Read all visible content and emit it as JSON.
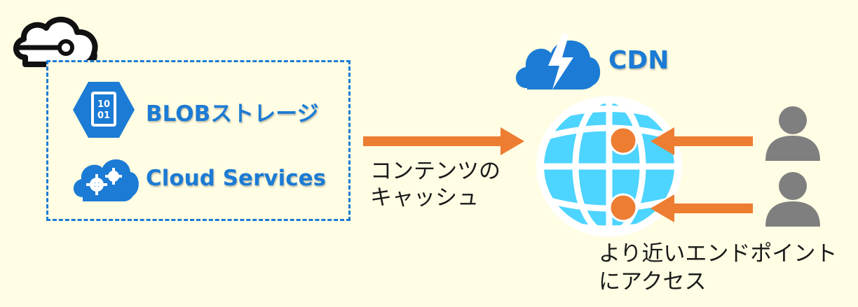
{
  "storage": {
    "blob_label": "BLOBストレージ",
    "blob_icon_text_line1": "10",
    "blob_icon_text_line2": "01",
    "cloud_services_label": "Cloud Services"
  },
  "cdn": {
    "label": "CDN"
  },
  "cache_caption": {
    "line1": "コンテンツの",
    "line2": "キャッシュ"
  },
  "access_caption": {
    "line1": "より近いエンドポイント",
    "line2": "にアクセス"
  },
  "colors": {
    "background": "#fffde3",
    "azure_blue": "#1c7bd4",
    "arrow_orange": "#ed7d31",
    "globe_cyan": "#4dd4ff",
    "user_gray": "#7f7f7f"
  }
}
